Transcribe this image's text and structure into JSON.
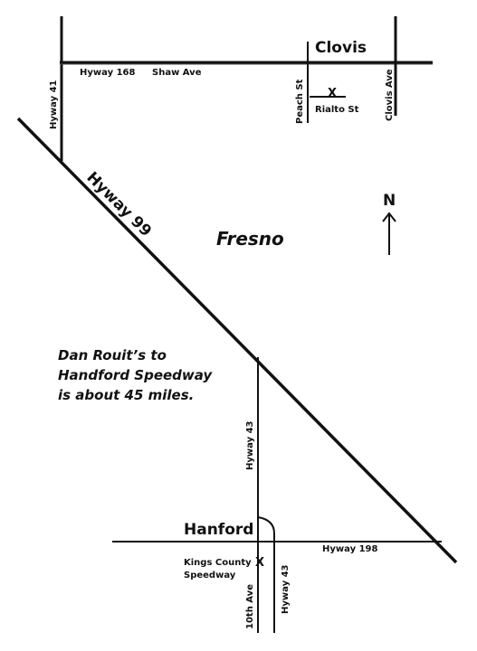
{
  "map": {
    "towns": {
      "clovis": "Clovis",
      "fresno": "Fresno",
      "hanford": "Hanford"
    },
    "roads": {
      "hyway_41": "Hyway 41",
      "hyway_168": "Hyway 168",
      "shaw_ave": "Shaw Ave",
      "peach_st": "Peach St",
      "rialto_st": "Rialto St",
      "clovis_ave": "Clovis Ave",
      "hyway_99": "Hyway 99",
      "hyway_43_north": "Hyway 43",
      "hyway_198": "Hyway 198",
      "tenth_ave": "10th Ave",
      "hyway_43_south": "Hyway 43"
    },
    "places": {
      "rialto_marker": "X",
      "speedway_marker": "X",
      "speedway_line1": "Kings County",
      "speedway_line2": "Speedway"
    },
    "north_arrow": {
      "label": "N"
    },
    "note": {
      "line1": "Dan Rouit’s to",
      "line2": "Handford Speedway",
      "line3": "is about 45 miles."
    }
  }
}
